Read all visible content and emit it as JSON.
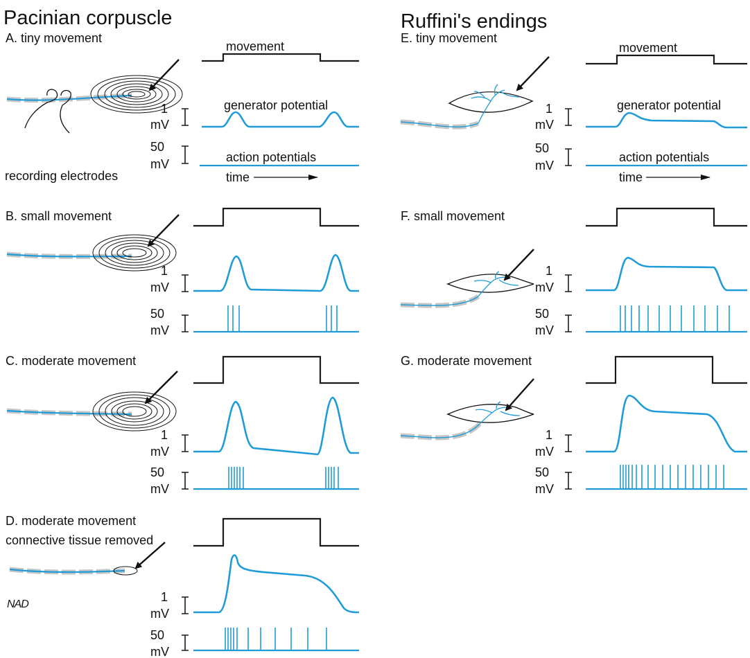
{
  "titles": {
    "left": "Pacinian corpuscle",
    "right": "Ruffini's endings"
  },
  "labels": {
    "movement": "movement",
    "generator_potential": "generator potential",
    "action_potentials": "action potentials",
    "time": "time",
    "recording_electrodes": "recording electrodes",
    "signature": "NAD"
  },
  "scales": {
    "one": "1",
    "fifty": "50",
    "unit": "mV"
  },
  "panels": {
    "A": {
      "label": "A. tiny movement",
      "stimulus_amplitude": "tiny",
      "action_potentials": 0
    },
    "B": {
      "label": "B. small movement",
      "stimulus_amplitude": "small",
      "spikes_on": 3,
      "spikes_off": 3
    },
    "C": {
      "label": "C. moderate movement",
      "stimulus_amplitude": "moderate",
      "spikes_on": 6,
      "spikes_off": 5
    },
    "D": {
      "label_line1": "D. moderate movement",
      "label_line2": "connective tissue removed",
      "stimulus_amplitude": "moderate",
      "action_potentials": 11
    },
    "E": {
      "label": "E. tiny movement",
      "stimulus_amplitude": "tiny",
      "action_potentials": 0
    },
    "F": {
      "label": "F. small movement",
      "stimulus_amplitude": "small",
      "action_potentials": 12
    },
    "G": {
      "label": "G. moderate movement",
      "stimulus_amplitude": "moderate",
      "action_potentials": 18
    }
  },
  "colors": {
    "trace_blue": "#1f9bd7",
    "stimulus_black": "#1a1a1a",
    "axon_sheath_gray": "#c6c6c6"
  }
}
